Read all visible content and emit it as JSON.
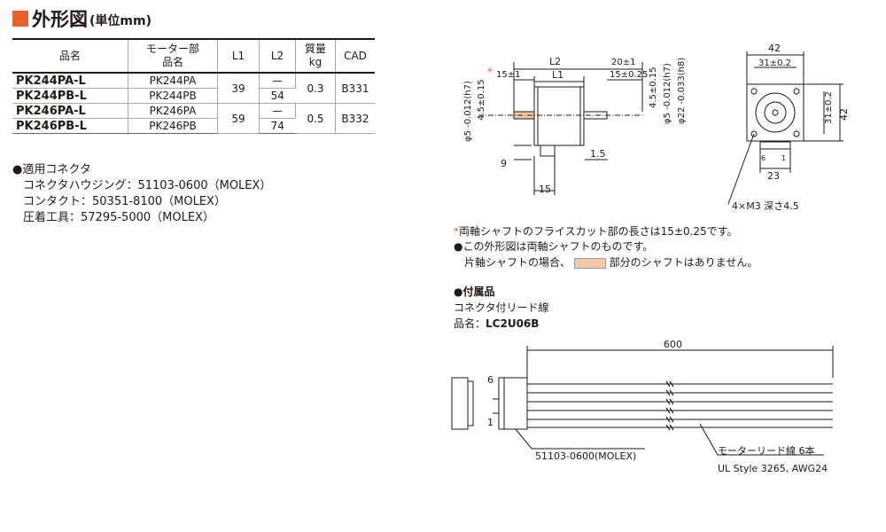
{
  "header": {
    "title": "外形図",
    "unit": "(単位mm)"
  },
  "spec_table": {
    "headers": [
      "品名",
      "モーター部\n品名",
      "L1",
      "L2",
      "質量\nkg",
      "CAD"
    ],
    "rows": [
      {
        "model": "PK244PA-L",
        "motor": "PK244PA",
        "l1": "39",
        "l2": "—",
        "mass": "0.3",
        "cad": "B331"
      },
      {
        "model": "PK244PB-L",
        "motor": "PK244PB",
        "l2": "54"
      },
      {
        "model": "PK246PA-L",
        "motor": "PK246PA",
        "l1": "59",
        "l2": "—",
        "mass": "0.5",
        "cad": "B332"
      },
      {
        "model": "PK246PB-L",
        "motor": "PK246PB",
        "l2": "74"
      }
    ]
  },
  "connector": {
    "heading": "●適用コネクタ",
    "lines": [
      "コネクタハウジング：51103-0600（MOLEX）",
      "コンタクト：50351-8100（MOLEX）",
      "圧着工具：57295-5000（MOLEX）"
    ]
  },
  "drawing_labels": {
    "l2": "L2",
    "l1": "L1",
    "d20": "20±1",
    "d15a": "15±1",
    "d15b": "15±0.25",
    "phi5_h7": "φ5 -0.012(h7)",
    "d45": "4.5±0.15",
    "phi22": "φ22 -0.033(h8)",
    "d9": "9",
    "d15": "15",
    "d1_5": "1.5",
    "d42": "42",
    "d31": "31±0.2",
    "d23": "23",
    "pin6": "6",
    "pin1": "1",
    "screw": "4×M3 深さ4.5",
    "star": "*"
  },
  "notes": {
    "star_note": "両軸シャフトのフライスカット部の長さは15±0.25です。",
    "note2": "●この外形図は両軸シャフトのものです。",
    "note3a": "片軸シャフトの場合、",
    "note3b": "部分のシャフトはありません。"
  },
  "accessory": {
    "heading": "●付属品",
    "name": "コネクタ付リード線",
    "model_label": "品名：",
    "model": "LC2U06B"
  },
  "lead_drawing": {
    "length": "600",
    "pin6": "6",
    "pin1": "1",
    "connector_label": "51103-0600(MOLEX)",
    "wire_label": "モーターリード線 6本",
    "wire_spec": "UL Style 3265, AWG24"
  },
  "colors": {
    "accent": "#e8612c",
    "shaft_highlight": "#f4c9a8"
  }
}
